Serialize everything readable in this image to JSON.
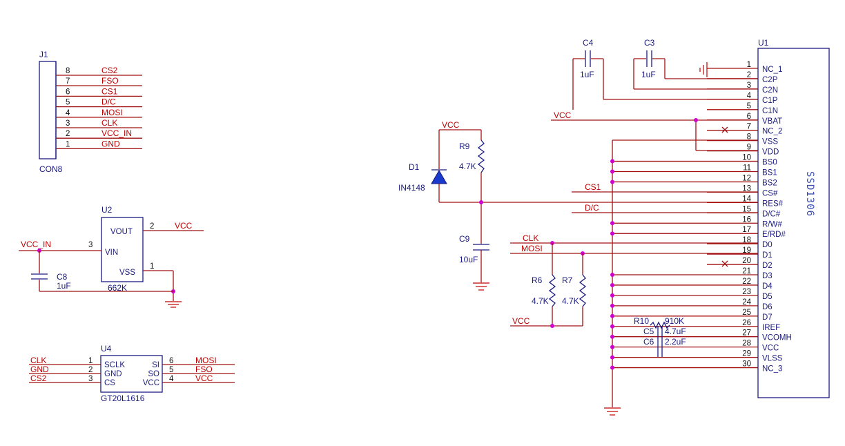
{
  "j1": {
    "ref": "J1",
    "value": "CON8",
    "pins": [
      {
        "num": "8",
        "net": "CS2"
      },
      {
        "num": "7",
        "net": "FSO"
      },
      {
        "num": "6",
        "net": "CS1"
      },
      {
        "num": "5",
        "net": "D/C"
      },
      {
        "num": "4",
        "net": "MOSI"
      },
      {
        "num": "3",
        "net": "CLK"
      },
      {
        "num": "2",
        "net": "VCC_IN"
      },
      {
        "num": "1",
        "net": "GND"
      }
    ]
  },
  "u2": {
    "ref": "U2",
    "value": "662K",
    "pin_vout": "VOUT",
    "pin_vin": "VIN",
    "pin_vss": "VSS",
    "num_vout": "2",
    "num_vin": "3",
    "num_vss": "1",
    "net_in": "VCC_IN",
    "net_out": "VCC",
    "c8_ref": "C8",
    "c8_value": "1uF"
  },
  "u4": {
    "ref": "U4",
    "value": "GT20L1616",
    "left_pins": [
      {
        "num": "1",
        "name": "SCLK",
        "net": "CLK"
      },
      {
        "num": "2",
        "name": "GND",
        "net": "GND"
      },
      {
        "num": "3",
        "name": "CS",
        "net": "CS2"
      }
    ],
    "right_pins": [
      {
        "num": "6",
        "name": "SI",
        "net": "MOSI"
      },
      {
        "num": "5",
        "name": "SO",
        "net": "FSO"
      },
      {
        "num": "4",
        "name": "VCC",
        "net": "VCC"
      }
    ]
  },
  "reset": {
    "d1_ref": "D1",
    "d1_value": "IN4148",
    "r9_ref": "R9",
    "r9_value": "4.7K",
    "c9_ref": "C9",
    "c9_value": "10uF",
    "net_vcc": "VCC"
  },
  "u1": {
    "ref": "U1",
    "chip": "SSD1306",
    "pins": [
      {
        "num": "1",
        "name": "NC_1"
      },
      {
        "num": "2",
        "name": "C2P"
      },
      {
        "num": "3",
        "name": "C2N"
      },
      {
        "num": "4",
        "name": "C1P"
      },
      {
        "num": "5",
        "name": "C1N"
      },
      {
        "num": "6",
        "name": "VBAT"
      },
      {
        "num": "7",
        "name": "NC_2"
      },
      {
        "num": "8",
        "name": "VSS"
      },
      {
        "num": "9",
        "name": "VDD"
      },
      {
        "num": "10",
        "name": "BS0"
      },
      {
        "num": "11",
        "name": "BS1"
      },
      {
        "num": "12",
        "name": "BS2"
      },
      {
        "num": "13",
        "name": "CS#"
      },
      {
        "num": "14",
        "name": "RES#"
      },
      {
        "num": "15",
        "name": "D/C#"
      },
      {
        "num": "16",
        "name": "R/W#"
      },
      {
        "num": "17",
        "name": "E/RD#"
      },
      {
        "num": "18",
        "name": "D0"
      },
      {
        "num": "19",
        "name": "D1"
      },
      {
        "num": "20",
        "name": "D2"
      },
      {
        "num": "21",
        "name": "D3"
      },
      {
        "num": "22",
        "name": "D4"
      },
      {
        "num": "23",
        "name": "D5"
      },
      {
        "num": "24",
        "name": "D6"
      },
      {
        "num": "25",
        "name": "D7"
      },
      {
        "num": "26",
        "name": "IREF"
      },
      {
        "num": "27",
        "name": "VCOMH"
      },
      {
        "num": "28",
        "name": "VCC"
      },
      {
        "num": "29",
        "name": "VLSS"
      },
      {
        "num": "30",
        "name": "NC_3"
      }
    ],
    "c4_ref": "C4",
    "c4_value": "1uF",
    "c3_ref": "C3",
    "c3_value": "1uF",
    "r10_ref": "R10",
    "r10_value": "910K",
    "c5_ref": "C5",
    "c5_value": "4.7uF",
    "c6_ref": "C6",
    "c6_value": "2.2uF",
    "r6_ref": "R6",
    "r6_value": "4.7K",
    "r7_ref": "R7",
    "r7_value": "4.7K",
    "net_vcc_top": "VCC",
    "net_cs1": "CS1",
    "net_dc": "D/C",
    "net_clk": "CLK",
    "net_mosi": "MOSI",
    "net_vcc_pull": "VCC"
  },
  "colors": {
    "wire": "#a01010",
    "component": "#1a1a80",
    "net_label": "#c00000",
    "junction": "#d000d0",
    "background": "#ffffff"
  }
}
